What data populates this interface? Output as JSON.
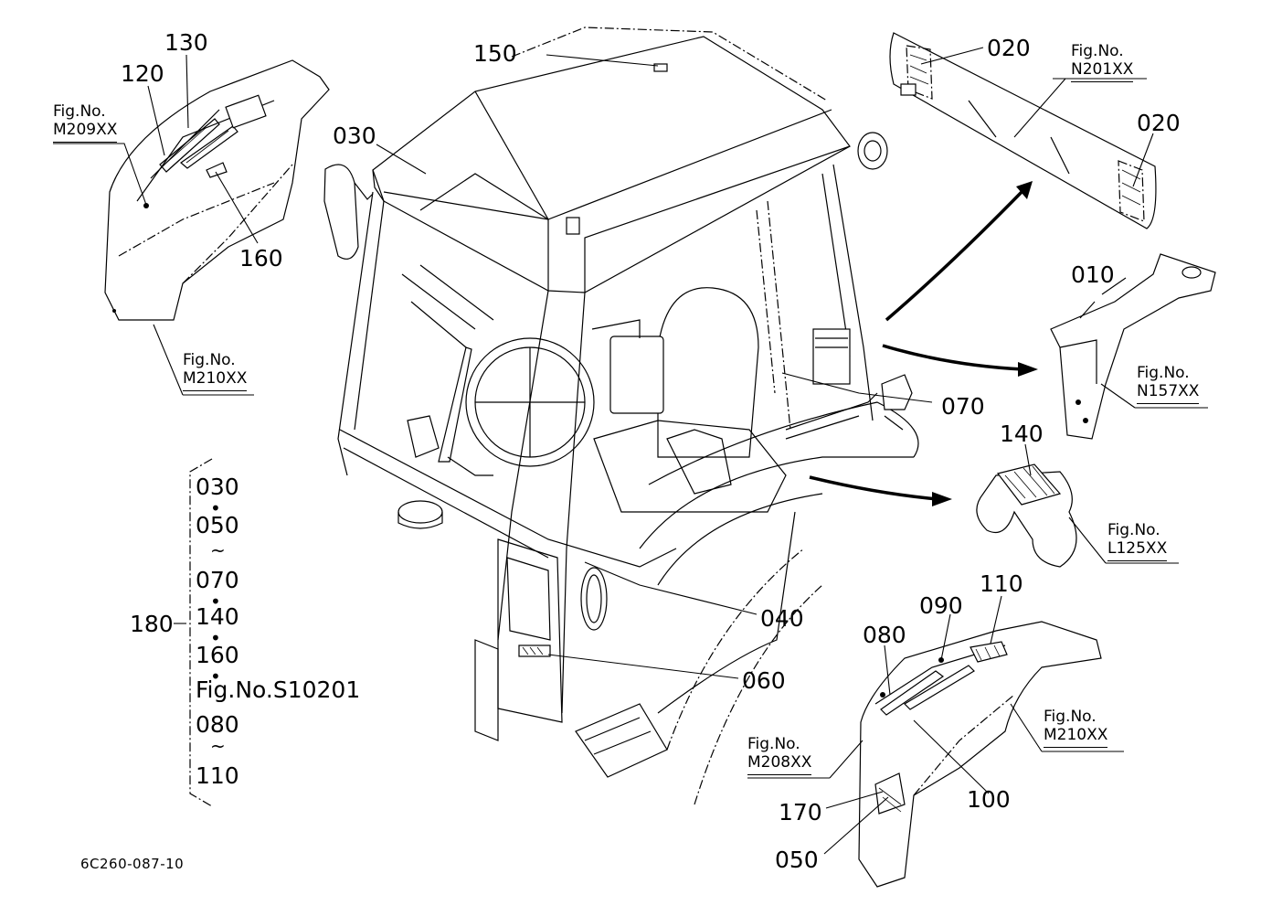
{
  "callouts": {
    "c150": "150",
    "c030": "030",
    "c020a": "020",
    "c020b": "020",
    "c130": "130",
    "c120": "120",
    "c160": "160",
    "c010": "010",
    "c070": "070",
    "c140": "140",
    "c040": "040",
    "c060": "060",
    "c110": "110",
    "c090": "090",
    "c080": "080",
    "c100": "100",
    "c170": "170",
    "c050": "050",
    "c180": "180"
  },
  "figure_refs": {
    "m209": {
      "title": "Fig.No.",
      "number": "M209XX"
    },
    "m210_top": {
      "title": "Fig.No.",
      "number": "M210XX"
    },
    "n201": {
      "title": "Fig.No.",
      "number": "N201XX"
    },
    "n157": {
      "title": "Fig.No.",
      "number": "N157XX"
    },
    "l125": {
      "title": "Fig.No.",
      "number": "L125XX"
    },
    "m208": {
      "title": "Fig.No.",
      "number": "M208XX"
    },
    "m210_bottom": {
      "title": "Fig.No.",
      "number": "M210XX"
    }
  },
  "legend": {
    "items": [
      "030",
      "050",
      "070",
      "140",
      "160",
      "Fig.No.S10201",
      "080",
      "110"
    ],
    "separators": [
      "•",
      "~",
      "•",
      "•",
      "•",
      "~"
    ]
  },
  "drawing_code": "6C260-087-10"
}
